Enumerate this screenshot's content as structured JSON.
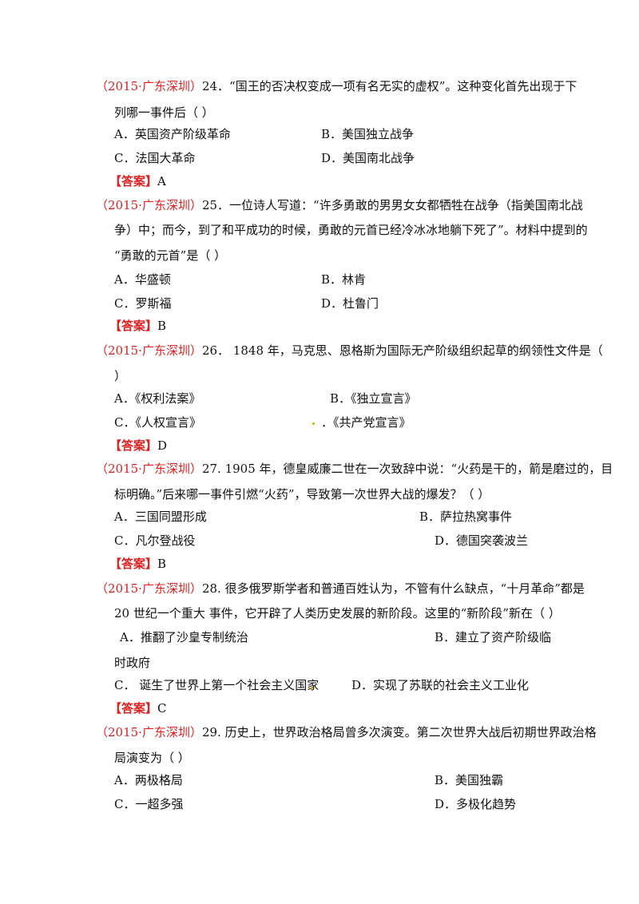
{
  "questions": [
    {
      "source": "（2015·广东深圳）",
      "line1": "24．“国王的否决权变成一项有名无实的虚权”。这种变化首先出现于下",
      "line2": "列哪一事件后（     ）",
      "options": [
        "A．英国资产阶级革命",
        "B．美国独立战争",
        "C．法国大革命",
        "D．美国南北战争"
      ],
      "answer_tag": "【答案】",
      "answer": "A"
    },
    {
      "source": "（2015·广东深圳）",
      "line1": "25．一位诗人写道：“许多勇敢的男男女女都牺牲在战争（指美国南北战",
      "line2": "争）中；而今，到了和平成功的时候，勇敢的元首已经冷冰冰地躺下死了”。材料中提到的",
      "line3": "“勇敢的元首”是（     ）",
      "options": [
        "A．华盛顿",
        "B．林肯",
        "C．罗斯福",
        "D．杜鲁门"
      ],
      "answer_tag": "【答案】",
      "answer": "B"
    },
    {
      "source": "（2015·广东深圳）",
      "line1": "26．  1848 年，马克思、恩格斯为国际无产阶级组织起草的纲领性文件是（",
      "line2": "）",
      "options": [
        "A．《权利法案》",
        "B．《独立宣言》",
        "C．《人权宣言》",
        "．《共产党宣言》"
      ],
      "answer_tag": "【答案】",
      "answer": "D"
    },
    {
      "source": "（2015·广东深圳）",
      "line1": "27. 1905 年，德皇威廉二世在一次致辞中说：“火药是干的，箭是磨过的，目",
      "line2": "标明确。”后来哪一事件引燃“火药”，导致第一次世界大战的爆发？（     ）",
      "options": [
        "A．三国同盟形成",
        "B．萨拉热窝事件",
        "C．凡尔登战役",
        "D．德国突袭波兰"
      ],
      "answer_tag": "【答案】",
      "answer": "B"
    },
    {
      "source": "（2015·广东深圳）",
      "line1": "28. 很多俄罗斯学者和普通百姓认为，不管有什么缺点，“十月革命”都是",
      "line2": "20 世纪一个重大   事件，它开辟了人类历史发展的新阶段。这里的“新阶段”新在（     ）",
      "options": [
        "A．推翻了沙皇专制统治",
        "B．建立了资产阶级临",
        "时政府",
        "C．  诞生了世界上第一个社会主义国家",
        "D．实现了苏联的社会主义工业化"
      ],
      "answer_tag": "【答案】",
      "answer": "C"
    },
    {
      "source": "（2015·广东深圳）",
      "line1": "29. 历史上，世界政治格局曾多次演变。第二次世界大战后初期世界政治格",
      "line2": "局演变为（     ）",
      "options": [
        "A．两极格局",
        "B．美国独霸",
        "C．一超多强",
        "D．多极化趋势"
      ]
    }
  ]
}
